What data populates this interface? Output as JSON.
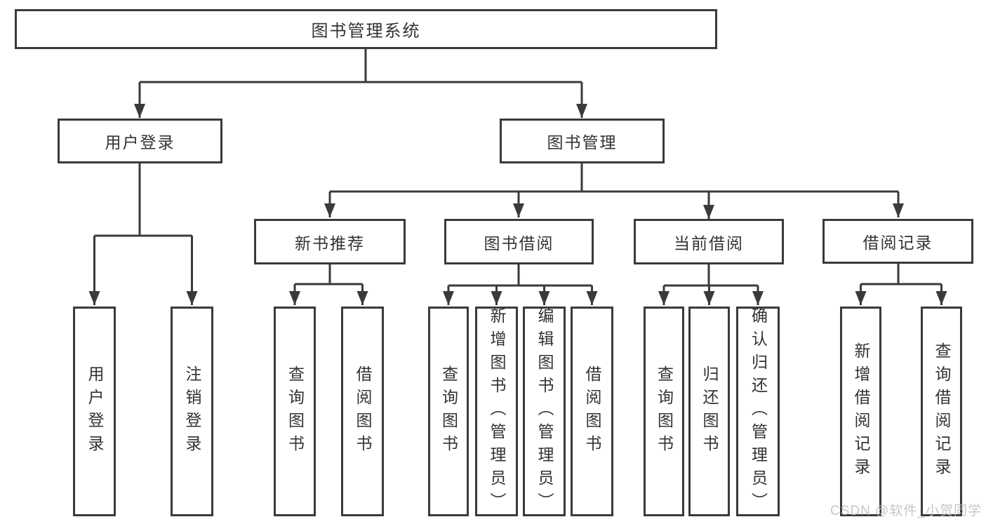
{
  "diagram": {
    "nodes": {
      "root": "图书管理系统",
      "user_login": "用户登录",
      "book_management": "图书管理",
      "new_book_recommend": "新书推荐",
      "book_borrowing": "图书借阅",
      "current_borrowing": "当前借阅",
      "borrowing_records": "借阅记录",
      "leaves": {
        "user_login": "用户登录",
        "logout": "注销登录",
        "recommend_query_books": "查询图书",
        "recommend_borrow_books": "借阅图书",
        "borrowing_query_books": "查询图书",
        "borrowing_add_books_admin": "新增图书（管理员）",
        "borrowing_edit_books_admin": "编辑图书（管理员）",
        "borrowing_borrow_books": "借阅图书",
        "current_query_books": "查询图书",
        "current_return_books": "归还图书",
        "current_confirm_return_admin": "确认归还（管理员）",
        "records_add_record": "新增借阅记录",
        "records_query_record": "查询借阅记录"
      }
    },
    "watermark": "CSDN @软件_小贺同学",
    "colors": {
      "line": "#3a3a3a",
      "text": "#333333",
      "watermark": "#bdbdbd",
      "background": "#ffffff"
    }
  }
}
